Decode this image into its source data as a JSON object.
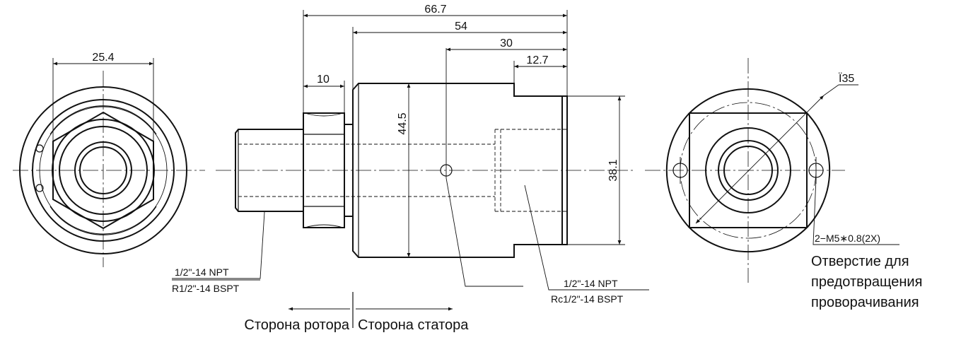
{
  "dimensions": {
    "overall_length": "66.7",
    "body_length": "54",
    "hole_position": "30",
    "step_length": "12.7",
    "hex_length": "10",
    "body_diameter": "44.5",
    "stator_diameter": "38.1",
    "hex_width": "25.4",
    "bolt_circle": "Ï35"
  },
  "labels": {
    "rotor_thread_line1": "1/2\"-14 NPT",
    "rotor_thread_line2": "R1/2\"-14 BSPT",
    "stator_thread_line1": "1/2\"-14 NPT",
    "stator_thread_line2": "Rc1/2\"-14 BSPT",
    "holes_spec": "2−M5∗0.8(2X)",
    "holes_note_line1": "Отверстие для",
    "holes_note_line2": "предотвращения",
    "holes_note_line3": "проворачивания",
    "rotor_side": "Сторона ротора",
    "stator_side": "Сторона статора"
  }
}
